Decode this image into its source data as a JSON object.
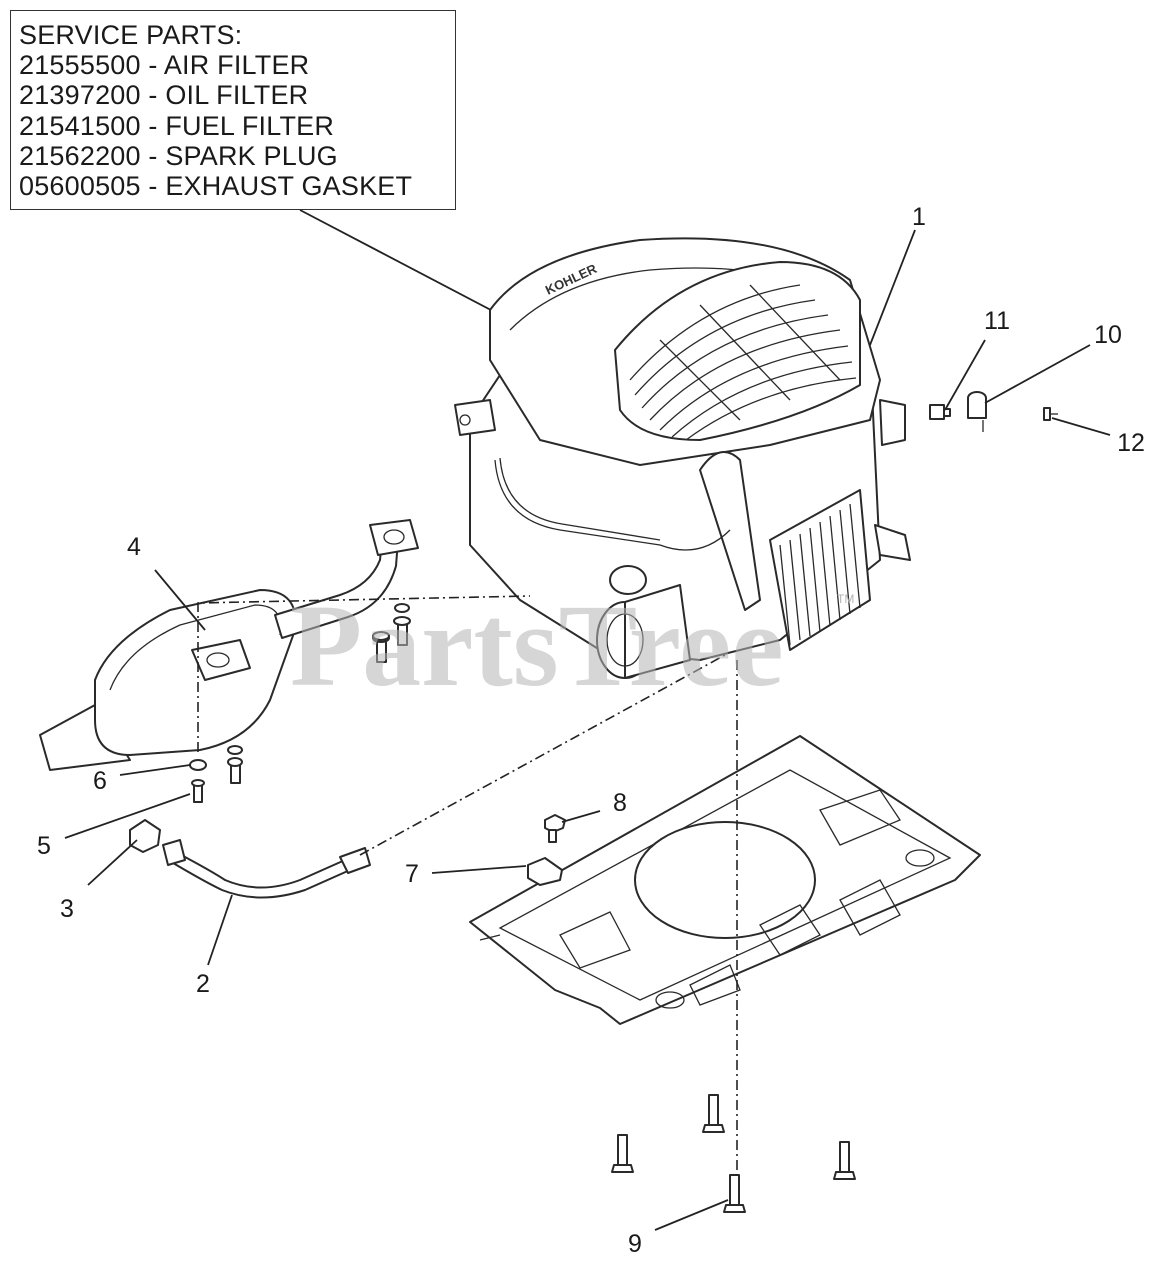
{
  "service_parts": {
    "heading": "SERVICE PARTS:",
    "items": [
      "21555500 - AIR FILTER",
      "21397200 - OIL FILTER",
      "21541500 - FUEL FILTER",
      "21562200 - SPARK PLUG",
      "05600505 - EXHAUST GASKET"
    ]
  },
  "callouts": {
    "c1": "1",
    "c2": "2",
    "c3": "3",
    "c4": "4",
    "c5": "5",
    "c6": "6",
    "c7": "7",
    "c8": "8",
    "c9": "9",
    "c10": "10",
    "c11": "11",
    "c12": "12"
  },
  "engine_brand": "KOHLER",
  "watermark": {
    "text": "PartsTree",
    "tm": "TM"
  }
}
